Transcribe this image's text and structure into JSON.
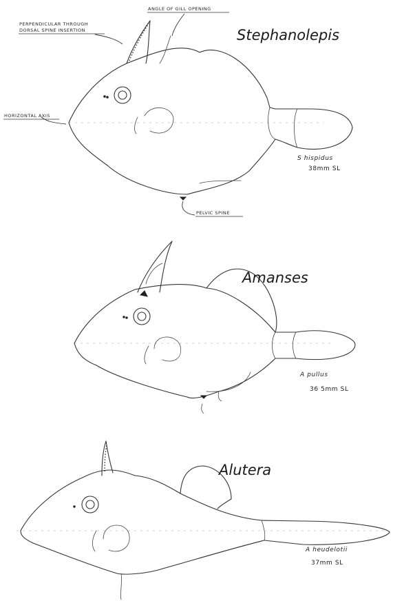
{
  "annotations": {
    "perpendicular_line1": "PERPENDICULAR THROUGH",
    "perpendicular_line2": "DORSAL SPINE INSERTION",
    "angle_gill": "ANGLE OF GILL OPENING",
    "horizontal_axis": "HORIZONTAL AXIS",
    "pelvic_spine": "PELVIC SPINE"
  },
  "fishes": [
    {
      "genus": "Stephanolepis",
      "species": "S hispidus",
      "size": "38mm SL"
    },
    {
      "genus": "Amanses",
      "species": "A pullus",
      "size": "36 5mm SL"
    },
    {
      "genus": "Alutera",
      "species": "A heudelotii",
      "size": "37mm SL"
    }
  ]
}
